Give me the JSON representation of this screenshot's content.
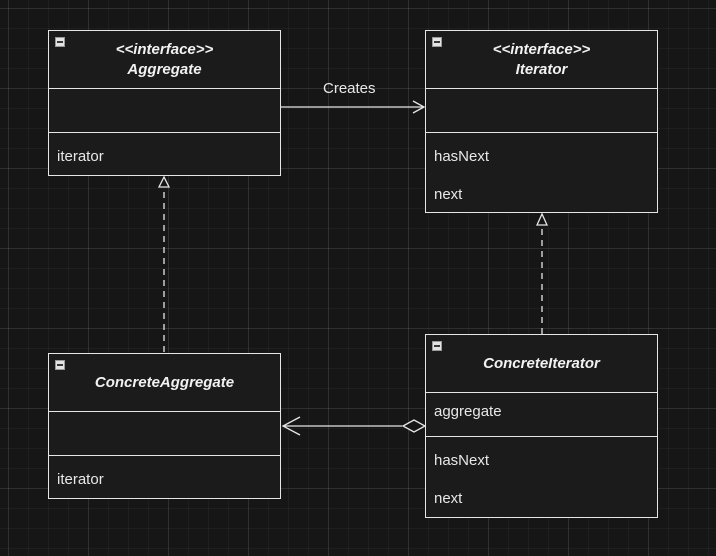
{
  "diagram": {
    "classes": {
      "aggregate": {
        "stereotype": "<<interface>>",
        "name": "Aggregate",
        "methods": [
          "iterator"
        ]
      },
      "iterator": {
        "stereotype": "<<interface>>",
        "name": "Iterator",
        "methods": [
          "hasNext",
          "next"
        ]
      },
      "concrete_aggregate": {
        "name": "ConcreteAggregate",
        "methods": [
          "iterator"
        ]
      },
      "concrete_iterator": {
        "name": "ConcreteIterator",
        "attributes": [
          "aggregate"
        ],
        "methods": [
          "hasNext",
          "next"
        ]
      }
    },
    "relations": {
      "creates": {
        "label": "Creates",
        "type": "association"
      },
      "aggregate_realization": {
        "type": "realization"
      },
      "iterator_realization": {
        "type": "realization"
      },
      "aggregation": {
        "type": "aggregation"
      }
    },
    "colors": {
      "background": "#161616",
      "line": "#e6e6e6",
      "text": "#f0f0f0"
    }
  }
}
